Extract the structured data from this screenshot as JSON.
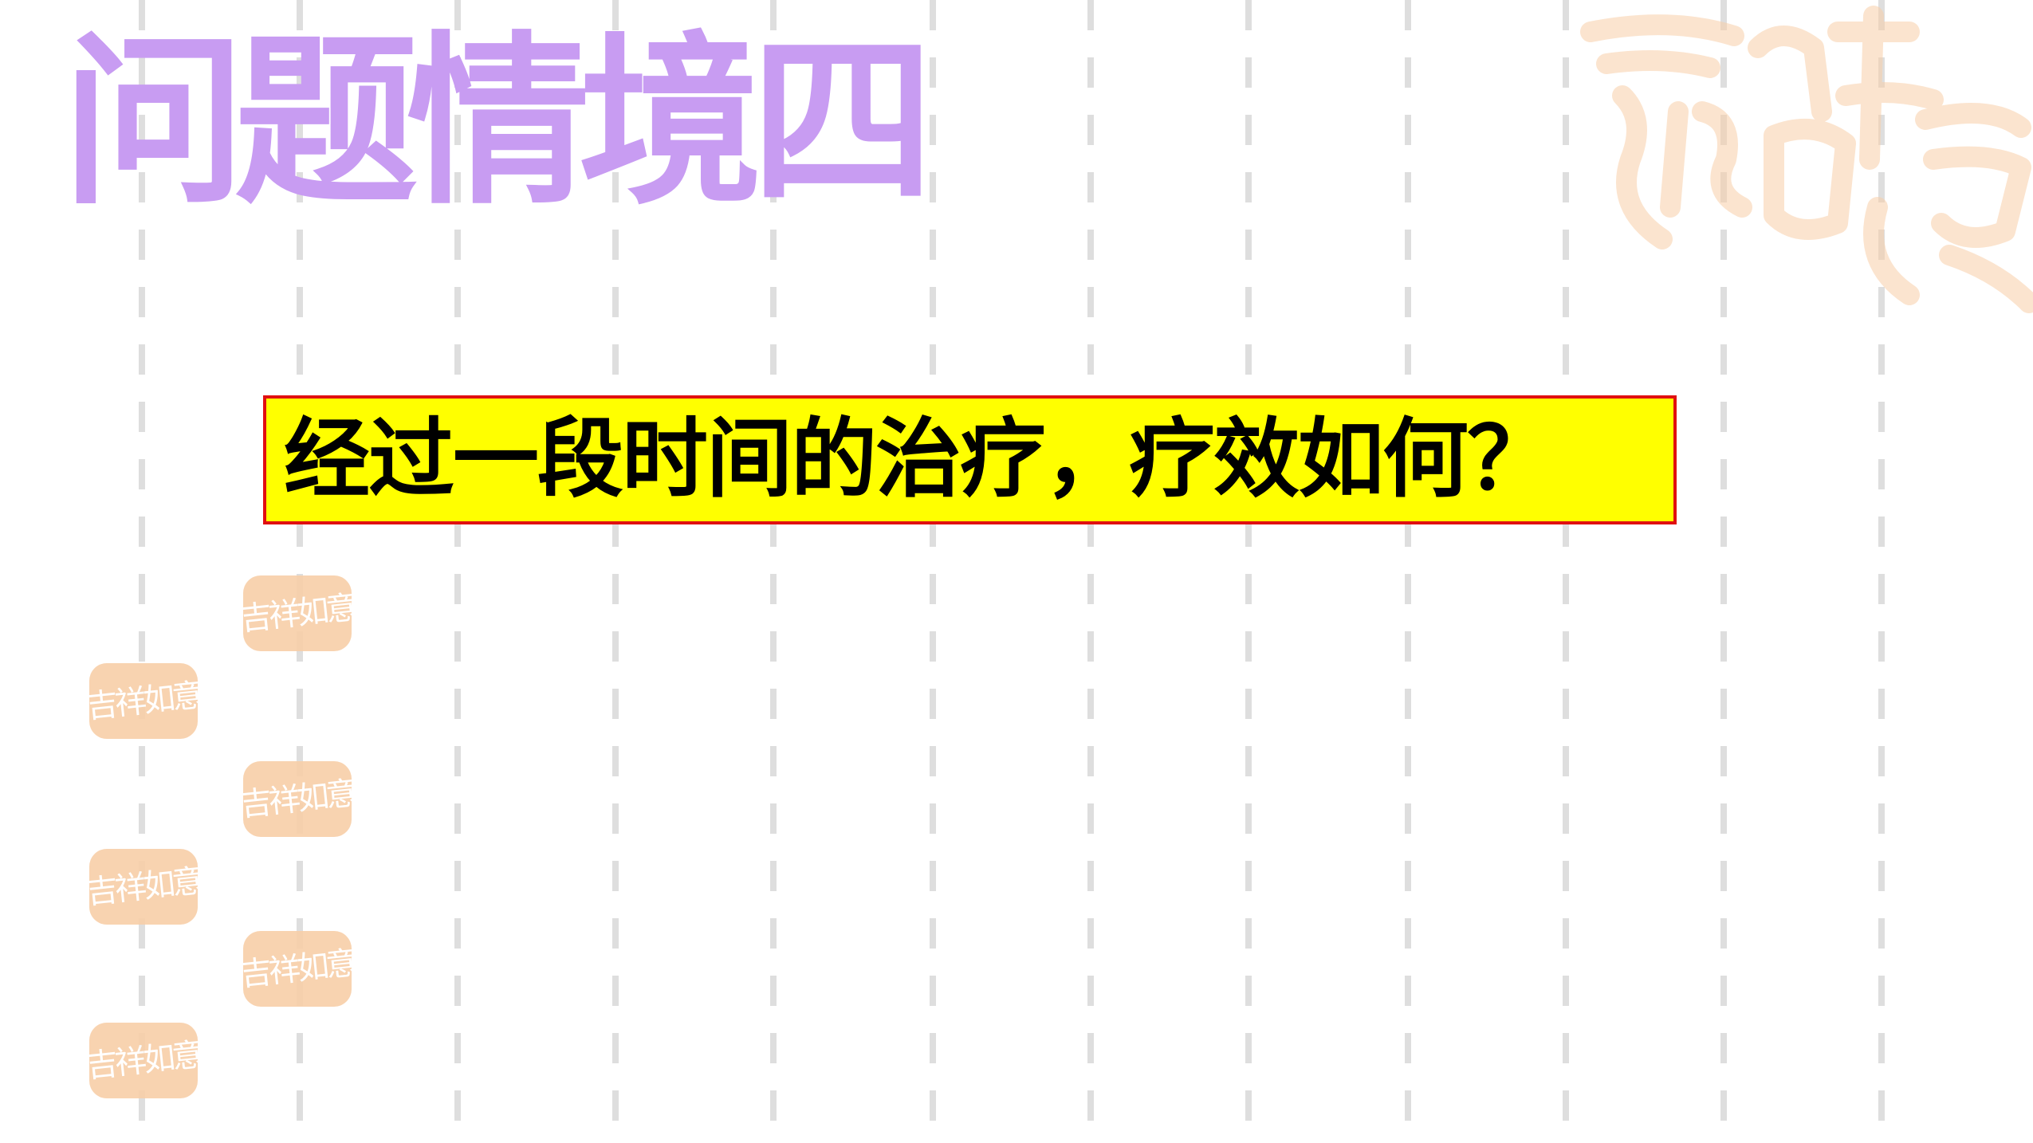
{
  "slide": {
    "title": "问题情境四",
    "question": "经过一段时间的治疗，疗效如何？"
  },
  "colors": {
    "title": "#c89cf2",
    "highlight_fill": "#ffff00",
    "highlight_border": "#e01010",
    "seal": "#f8cfa8",
    "dash": "#dedede"
  },
  "decorations": {
    "seal_glyphs": "吉祥如意",
    "seal_icon": "auspicious-seal-icon"
  }
}
